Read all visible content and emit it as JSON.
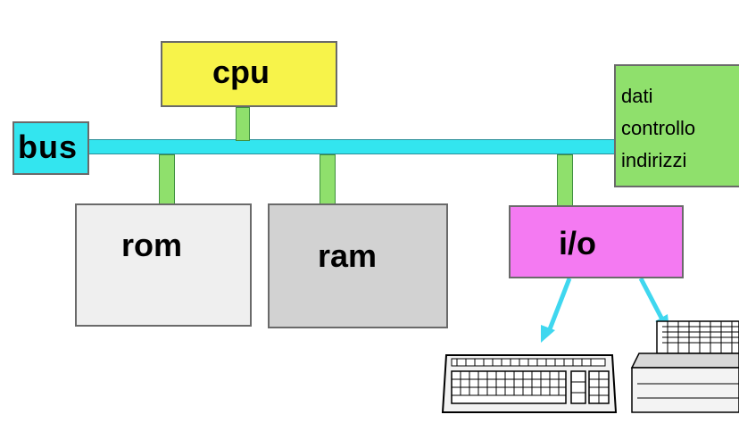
{
  "diagram": {
    "bus": {
      "label": "bus",
      "color": "#33e5ef"
    },
    "cpu": {
      "label": "cpu",
      "color": "#f7f34a"
    },
    "rom": {
      "label": "rom",
      "color": "#efefef"
    },
    "ram": {
      "label": "ram",
      "color": "#d2d2d2"
    },
    "io": {
      "label": "i/o",
      "color": "#f47af2"
    },
    "bus_types": {
      "color": "#8fe06c",
      "lines": [
        "dati",
        "controllo",
        "indirizzi"
      ]
    },
    "connector_color": "#8fe06c",
    "arrow_color": "#3fd7ef",
    "peripherals": [
      {
        "icon": "keyboard-icon"
      },
      {
        "icon": "printer-icon"
      }
    ]
  }
}
